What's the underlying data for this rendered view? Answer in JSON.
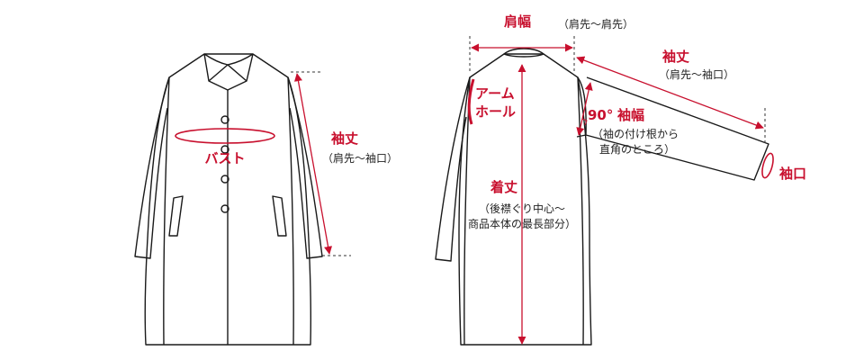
{
  "colors": {
    "measure_line": "#c8102e",
    "garment_outline": "#1a1a1a",
    "background": "#ffffff"
  },
  "front_view": {
    "bust": {
      "label": "バスト"
    },
    "sleeve_length": {
      "label": "袖丈",
      "note": "（肩先〜袖口）"
    }
  },
  "back_view": {
    "shoulder_width": {
      "label": "肩幅",
      "note": "（肩先〜肩先）"
    },
    "armhole": {
      "label_line1": "アーム",
      "label_line2": "ホール"
    },
    "body_length": {
      "label": "着丈",
      "note_line1": "（後襟ぐり中心〜",
      "note_line2": "商品本体の最長部分）"
    },
    "sleeve_length": {
      "label": "袖丈",
      "note": "（肩先〜袖口）"
    },
    "sleeve_width": {
      "angle": "90°",
      "label": "袖幅",
      "note_line1": "（袖の付け根から",
      "note_line2": "直角のところ）"
    },
    "cuff": {
      "label": "袖口"
    }
  }
}
